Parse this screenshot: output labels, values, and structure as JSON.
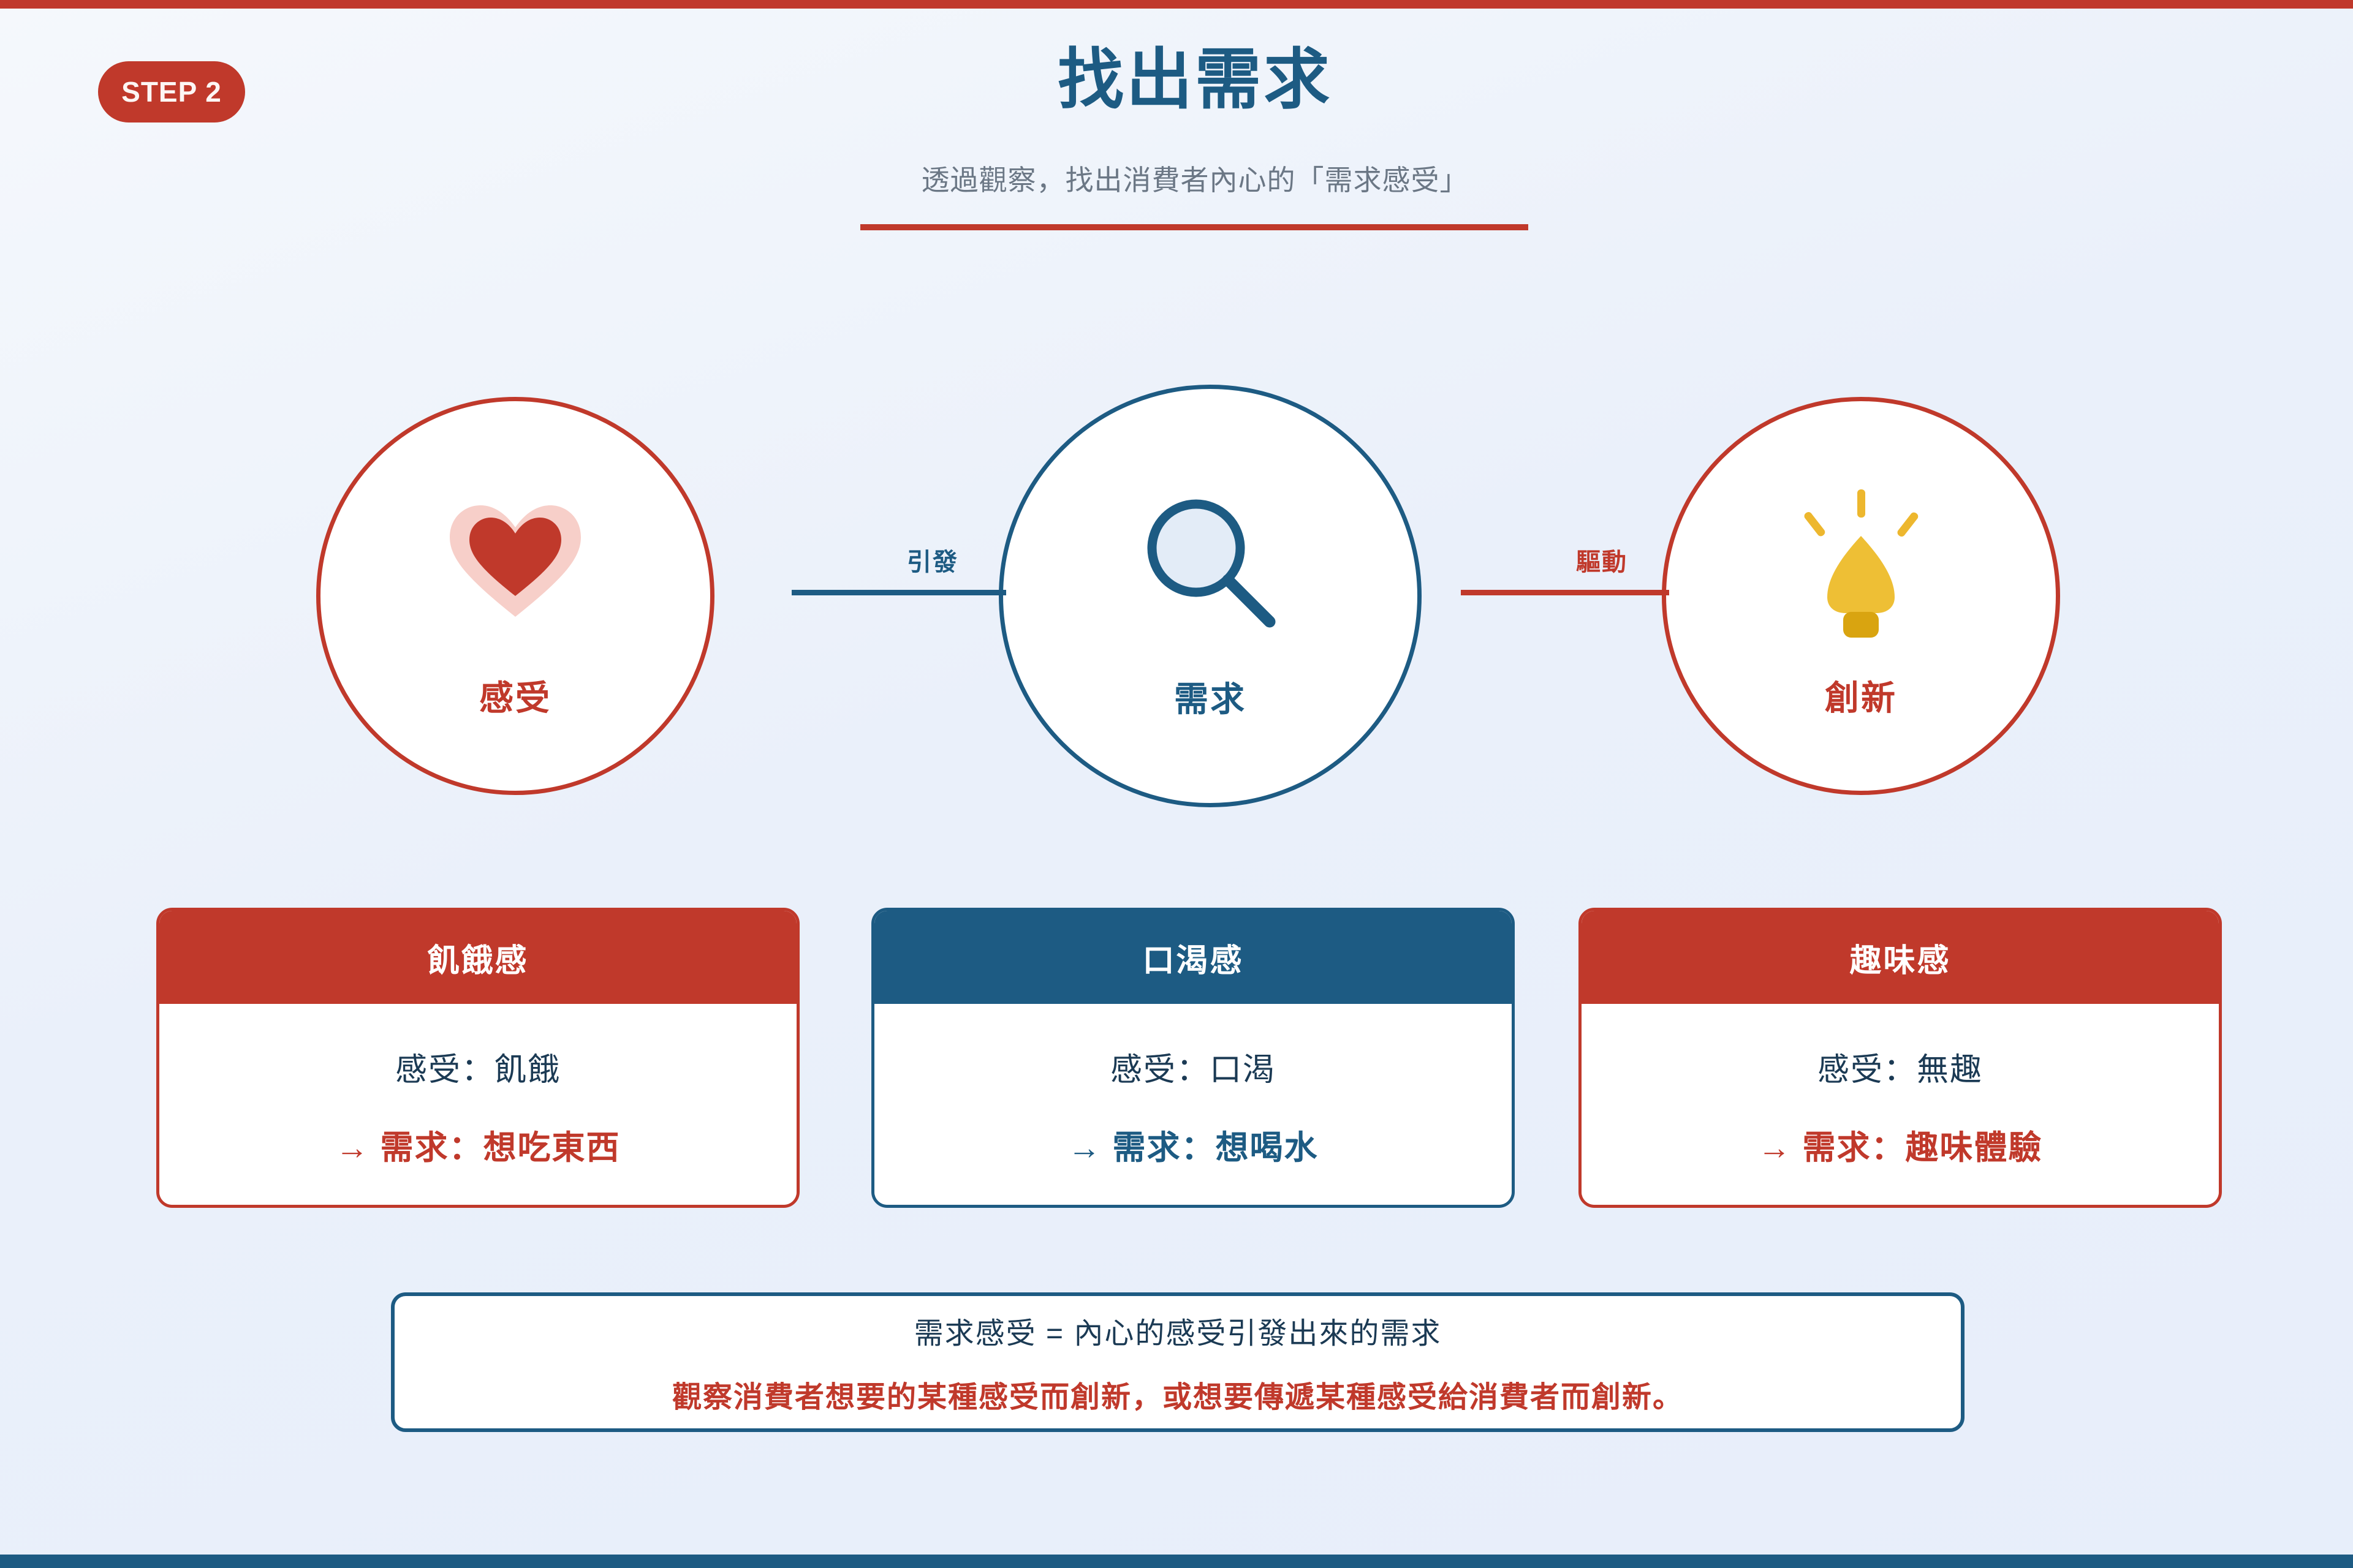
{
  "bars": {
    "top_color": "#c0392b",
    "bottom_color": "#1d5b83"
  },
  "header": {
    "step_badge": "STEP 2",
    "title": "找出需求",
    "subtitle": "透過觀察，找出消費者內心的「需求感受」"
  },
  "flow": {
    "nodes": [
      {
        "label": "感受",
        "icon": "heart-icon",
        "color": "#c0392b"
      },
      {
        "label": "需求",
        "icon": "magnifier-icon",
        "color": "#1d5b83"
      },
      {
        "label": "創新",
        "icon": "lightbulb-icon",
        "color": "#c0392b"
      }
    ],
    "connectors": [
      {
        "label": "引發",
        "color": "#1d5b83"
      },
      {
        "label": "驅動",
        "color": "#c0392b"
      }
    ]
  },
  "cards": [
    {
      "title": "飢餓感",
      "feeling": "感受：飢餓",
      "need": "→ 需求：想吃東西",
      "accent": "#c0392b"
    },
    {
      "title": "口渴感",
      "feeling": "感受：口渴",
      "need": "→ 需求：想喝水",
      "accent": "#1d5b83"
    },
    {
      "title": "趣味感",
      "feeling": "感受：無趣",
      "need": "→ 需求：趣味體驗",
      "accent": "#c0392b"
    }
  ],
  "summary": {
    "line1": "需求感受 = 內心的感受引發出來的需求",
    "line2": "觀察消費者想要的某種感受而創新，或想要傳遞某種感受給消費者而創新。"
  }
}
